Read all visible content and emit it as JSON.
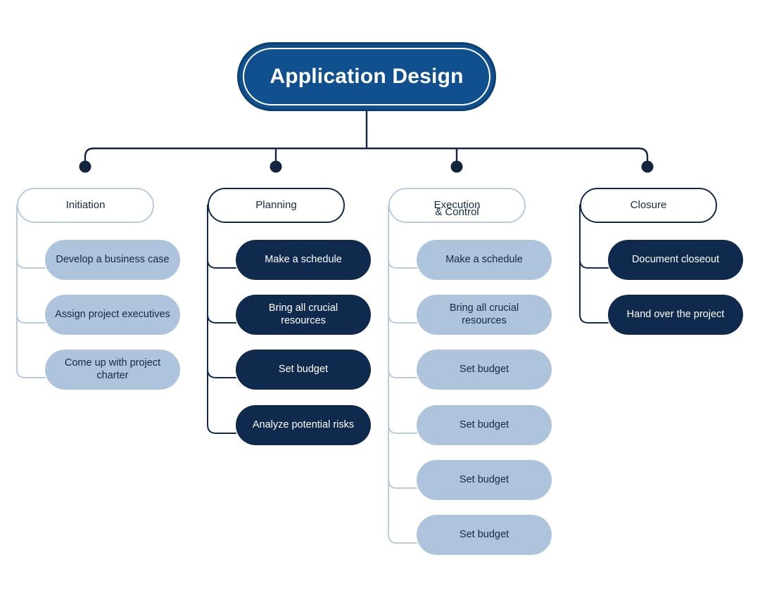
{
  "root": {
    "label": "Application Design"
  },
  "colors": {
    "root_fill": "#10508f",
    "root_border": "#0c3f72",
    "dark_navy": "#102a4e",
    "light_blue": "#aec4dc",
    "light_border": "#b9cbe0",
    "text_dark": "#132a47",
    "text_light": "#ffffff",
    "background": "#ffffff"
  },
  "columns": [
    {
      "id": "initiation",
      "header": "Initiation",
      "style": "light",
      "items": [
        "Develop a business case",
        "Assign project executives",
        "Come up with project charter"
      ]
    },
    {
      "id": "planning",
      "header": "Planning",
      "style": "dark",
      "items": [
        "Make a schedule",
        "Bring all crucial resources",
        "Set budget",
        "Analyze potential risks"
      ]
    },
    {
      "id": "execution-control",
      "header": "Execution\n& Control",
      "header_line1": "Execution",
      "header_line2": "& Control",
      "style": "light",
      "items": [
        "Make a schedule",
        "Bring all crucial resources",
        "Set budget",
        "Set budget",
        "Set budget",
        "Set budget"
      ]
    },
    {
      "id": "closure",
      "header": "Closure",
      "style": "dark",
      "items": [
        "Document closeout",
        "Hand over the project"
      ]
    }
  ]
}
